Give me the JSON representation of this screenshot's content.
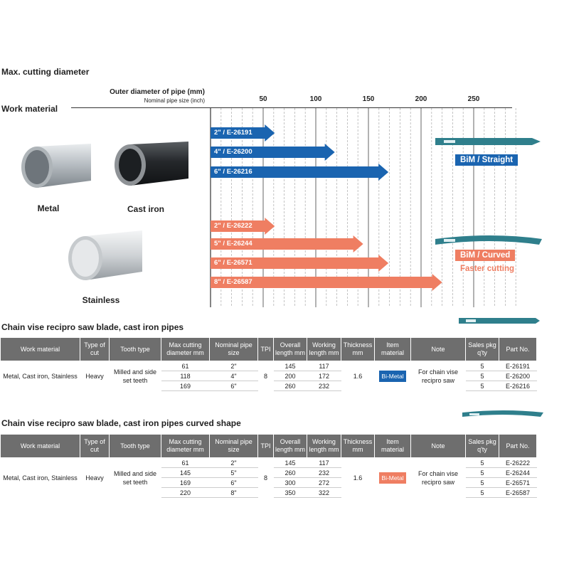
{
  "chart": {
    "title": "Max. cutting diameter",
    "axis_title": "Outer diameter of pipe (mm)",
    "axis_subtitle": "Nominal pipe size (inch)",
    "work_material_label": "Work material",
    "ticks": [
      50,
      100,
      150,
      200,
      250
    ]
  },
  "materials": [
    {
      "label": "Metal"
    },
    {
      "label": "Cast iron"
    },
    {
      "label": "Stainless"
    }
  ],
  "arrows": [
    {
      "size": "2\"",
      "part": "E-26191",
      "label": "2\" / E-26191",
      "value": 61,
      "group": "straight"
    },
    {
      "size": "4\"",
      "part": "E-26200",
      "label": "4\" / E-26200",
      "value": 118,
      "group": "straight"
    },
    {
      "size": "6\"",
      "part": "E-26216",
      "label": "6\" / E-26216",
      "value": 169,
      "group": "straight"
    },
    {
      "size": "2\"",
      "part": "E-26222",
      "label": "2\" / E-26222",
      "value": 61,
      "group": "curved"
    },
    {
      "size": "5\"",
      "part": "E-26244",
      "label": "5\" / E-26244",
      "value": 145,
      "group": "curved"
    },
    {
      "size": "6\"",
      "part": "E-26571",
      "label": "6\" / E-26571",
      "value": 169,
      "group": "curved"
    },
    {
      "size": "8\"",
      "part": "E-26587",
      "label": "8\" / E-26587",
      "value": 220,
      "group": "curved"
    }
  ],
  "blades": {
    "straight_label": "BiM / Straight",
    "curved_label": "BiM / Curved",
    "curved_note": "Faster cutting"
  },
  "colors": {
    "straight": "#1a64b0",
    "curved": "#ef7e62",
    "header": "#6e6e6e",
    "blade": "#2f7f8c"
  },
  "headers": [
    "Work material",
    "Type of cut",
    "Tooth type",
    "Max cutting diameter mm",
    "Nominal pipe size",
    "TPI",
    "Overall length mm",
    "Working length mm",
    "Thickness mm",
    "Item material",
    "Note",
    "Sales pkg q'ty",
    "Part No."
  ],
  "table1": {
    "title": "Chain vise recipro saw blade, cast iron pipes",
    "work_material": "Metal, Cast iron, Stainless",
    "type_of_cut": "Heavy",
    "tooth_type": "Milled and side set teeth",
    "tpi": "8",
    "thickness": "1.6",
    "item_material": "Bi-Metal",
    "note": "For chain vise recipro saw",
    "rows": [
      {
        "max_cut": "61",
        "pipe": "2\"",
        "overall": "145",
        "working": "117",
        "qty": "5",
        "part": "E-26191"
      },
      {
        "max_cut": "118",
        "pipe": "4\"",
        "overall": "200",
        "working": "172",
        "qty": "5",
        "part": "E-26200"
      },
      {
        "max_cut": "169",
        "pipe": "6\"",
        "overall": "260",
        "working": "232",
        "qty": "5",
        "part": "E-26216"
      }
    ]
  },
  "table2": {
    "title": "Chain vise recipro saw blade, cast iron pipes curved shape",
    "work_material": "Metal, Cast iron, Stainless",
    "type_of_cut": "Heavy",
    "tooth_type": "Milled and side set teeth",
    "tpi": "8",
    "thickness": "1.6",
    "item_material": "Bi-Metal",
    "note": "For chain vise recipro saw",
    "rows": [
      {
        "max_cut": "61",
        "pipe": "2\"",
        "overall": "145",
        "working": "117",
        "qty": "5",
        "part": "E-26222"
      },
      {
        "max_cut": "145",
        "pipe": "5\"",
        "overall": "260",
        "working": "232",
        "qty": "5",
        "part": "E-26244"
      },
      {
        "max_cut": "169",
        "pipe": "6\"",
        "overall": "300",
        "working": "272",
        "qty": "5",
        "part": "E-26571"
      },
      {
        "max_cut": "220",
        "pipe": "8\"",
        "overall": "350",
        "working": "322",
        "qty": "5",
        "part": "E-26587"
      }
    ]
  }
}
